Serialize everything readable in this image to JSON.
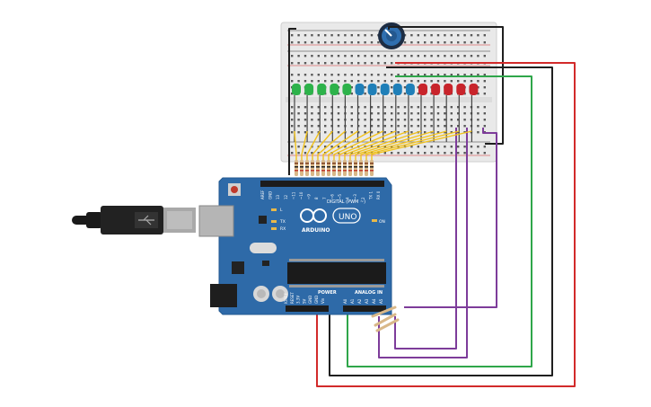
{
  "colors": {
    "board": "#2e6aa8",
    "board_edge": "#245a92",
    "breadboard": "#e9e9e9",
    "wire_red": "#d22a2a",
    "wire_black": "#1f1f1f",
    "wire_green": "#2fa64a",
    "wire_purple": "#7d3c9a",
    "wire_yellow": "#f2c21b",
    "led_green": "#2db24a",
    "led_blue": "#1f7fb8",
    "led_red": "#c8242b"
  },
  "leds": [
    "green",
    "green",
    "green",
    "green",
    "green",
    "blue",
    "blue",
    "blue",
    "blue",
    "blue",
    "red",
    "red",
    "red",
    "red",
    "red"
  ],
  "arduino": {
    "logo_text": "ARDUINO",
    "model": "UNO",
    "digital_label": "DIGITAL (PWM ~)",
    "power_label": "POWER",
    "analog_label": "ANALOG IN",
    "on_label": "ON",
    "tx_label": "TX",
    "rx_label": "RX",
    "l_label": "L",
    "digital_pins": [
      "AREF",
      "GND",
      "13",
      "12",
      "~11",
      "~10",
      "~9",
      "8",
      "7",
      "~6",
      "~5",
      "4",
      "~3",
      "2",
      "TX 1",
      "RX 0"
    ],
    "power_pins": [
      "IOREF",
      "RESET",
      "3.3V",
      "5V",
      "GND",
      "GND",
      "Vin"
    ],
    "analog_pins": [
      "A0",
      "A1",
      "A2",
      "A3",
      "A4",
      "A5"
    ]
  }
}
